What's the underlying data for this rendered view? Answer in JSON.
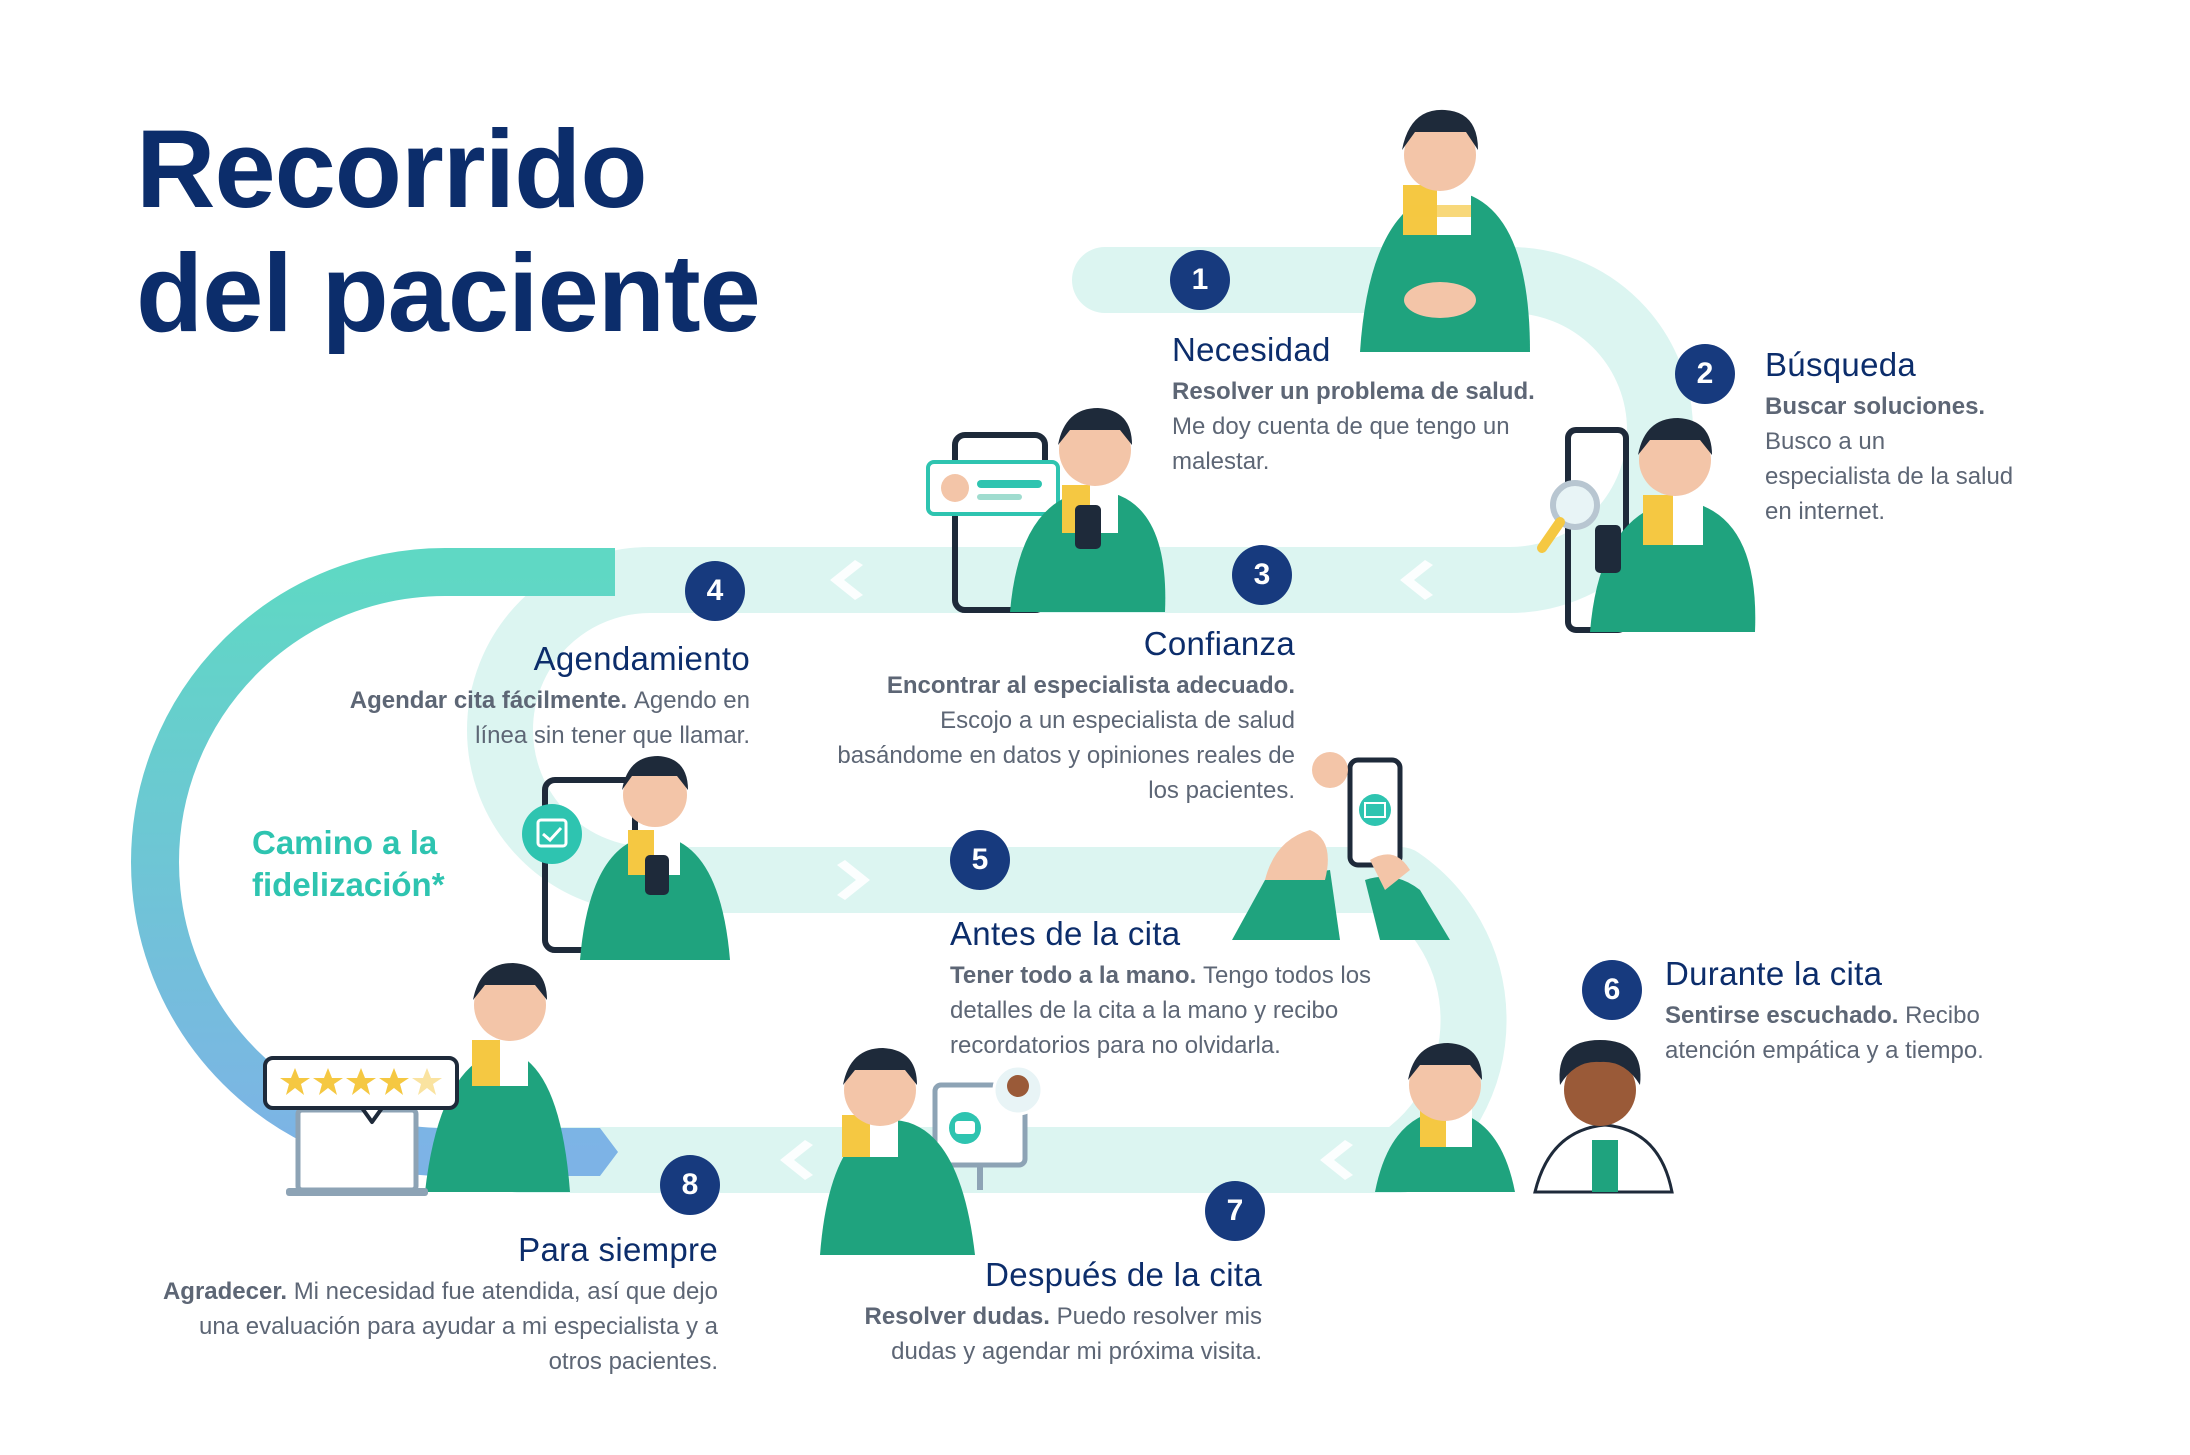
{
  "title": {
    "line1": "Recorrido",
    "line2": "del paciente"
  },
  "loyalty_label": {
    "line1": "Camino a la",
    "line2": "fidelización*"
  },
  "stages": [
    {
      "number": "1",
      "title": "Necesidad",
      "lead": "Resolver un problema de salud.",
      "desc": "Me doy cuenta de que tengo un malestar."
    },
    {
      "number": "2",
      "title": "Búsqueda",
      "lead": "Buscar soluciones.",
      "desc": "Busco a un especialista de la salud en internet."
    },
    {
      "number": "3",
      "title": "Confianza",
      "lead": "Encontrar al especialista adecuado.",
      "desc": "Escojo a un especialista de salud basándome en datos y opiniones reales de los pacientes."
    },
    {
      "number": "4",
      "title": "Agendamiento",
      "lead": "Agendar cita fácilmente.",
      "desc": "Agendo en línea sin tener que llamar."
    },
    {
      "number": "5",
      "title": "Antes de la cita",
      "lead": "Tener todo a la mano.",
      "desc": "Tengo todos los detalles de la cita a la mano y recibo recordatorios para no olvidarla."
    },
    {
      "number": "6",
      "title": "Durante la cita",
      "lead": "Sentirse escuchado.",
      "desc": "Recibo atención empática y a tiempo."
    },
    {
      "number": "7",
      "title": "Después de la cita",
      "lead": "Resolver dudas.",
      "desc": "Puedo resolver mis dudas y agendar mi próxima visita."
    },
    {
      "number": "8",
      "title": "Para siempre",
      "lead": "Agradecer.",
      "desc": "Mi necesidad fue atendida, así que dejo una evaluación para ayudar a mi especialista y a otros pacientes."
    }
  ],
  "colors": {
    "navy": "#0c2d6b",
    "badge": "#173a7e",
    "path_light": "#dcf5f1",
    "teal": "#2ec4b0",
    "green_sweater": "#1fa37e",
    "scarf_yellow": "#f5c842",
    "loyal_gradient_top": "#5fd8c4",
    "loyal_gradient_bottom": "#7db3e6",
    "text_gray": "#5d6675"
  },
  "icons": [
    "phone-icon",
    "magnifier-icon",
    "calendar-check-icon",
    "envelope-icon",
    "chat-icon",
    "star-icon",
    "laptop-icon"
  ]
}
